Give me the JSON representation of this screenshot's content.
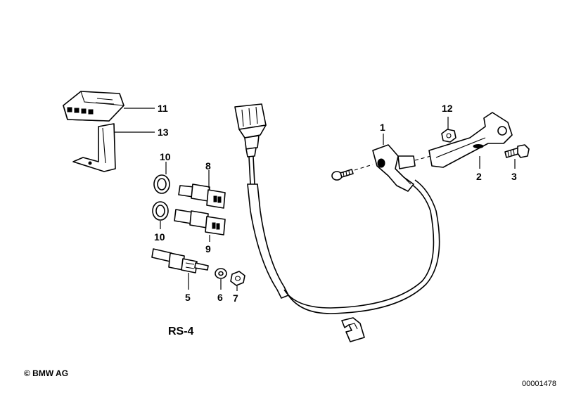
{
  "diagram": {
    "section_code": "RS-4",
    "copyright": "© BMW AG",
    "image_number": "00001478",
    "callouts": {
      "p1": "1",
      "p2": "2",
      "p3": "3",
      "p5": "5",
      "p6": "6",
      "p7": "7",
      "p8": "8",
      "p9": "9",
      "p10a": "10",
      "p10b": "10",
      "p11": "11",
      "p12": "12",
      "p13": "13"
    }
  }
}
